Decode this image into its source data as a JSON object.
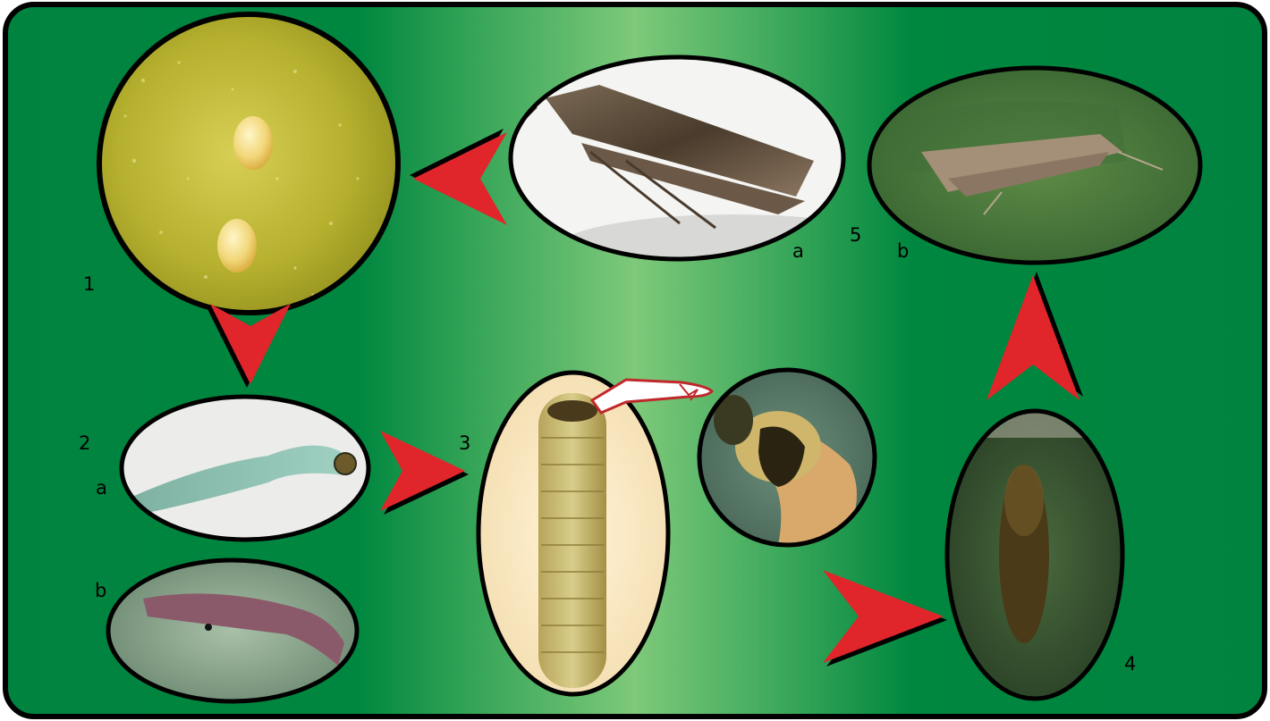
{
  "colors": {
    "panel_dark": "#00833f",
    "panel_light": "#7ec97a",
    "border": "#000000",
    "arrow_fill": "#e0262a",
    "arrow_shadow": "#000000"
  },
  "labels": {
    "egg_stage": "1",
    "larva_stage": "2",
    "larva_a": "a",
    "larva_b": "b",
    "last_instar_stage": "3",
    "pupa_stage": "4",
    "adult_stage": "5",
    "adult_a": "a",
    "adult_b": "b"
  },
  "images": {
    "eggs": "eggs-on-leaf-photo",
    "larva_a": "green-larva-photo",
    "larva_b": "purple-larva-on-leaf-photo",
    "larva_full": "mature-larva-photo",
    "larva_head": "larva-head-closeup-photo",
    "pupa": "pupa-photo",
    "adult_a": "adult-moth-side-photo",
    "adult_b": "adult-moth-on-leaf-photo"
  },
  "icons": {
    "pointer": "pointing-hand-icon",
    "arrow": "red-chevron-arrow-icon"
  }
}
